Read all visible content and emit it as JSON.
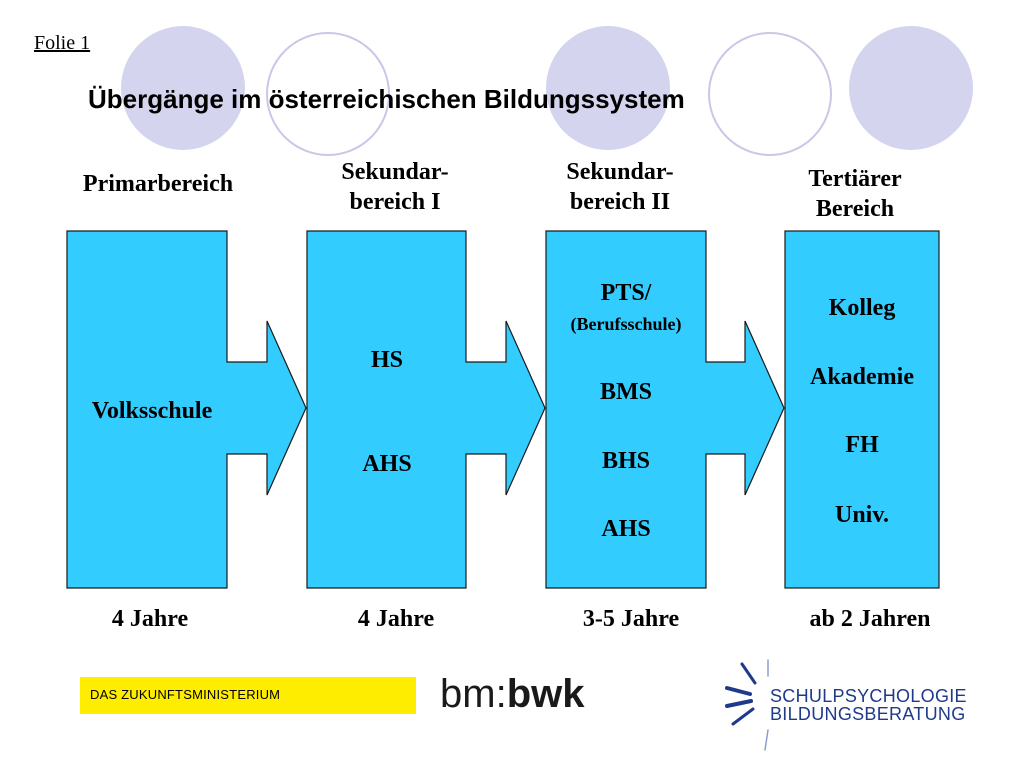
{
  "slide_label": "Folie 1",
  "title": "Übergänge im österreichischen Bildungssystem",
  "colors": {
    "box_fill": "#33ccff",
    "circle_fill": "#d4d4ee",
    "circle_stroke": "#c8c8e8",
    "ministry_band": "#ffed00",
    "logo_blue": "#1f3a8a"
  },
  "stages": [
    {
      "heading": [
        "Primarbereich"
      ],
      "schools": [
        "Volksschule"
      ],
      "duration": "4 Jahre"
    },
    {
      "heading": [
        "Sekundar-",
        "bereich I"
      ],
      "schools": [
        "HS",
        "AHS"
      ],
      "duration": "4 Jahre"
    },
    {
      "heading": [
        "Sekundar-",
        "bereich II"
      ],
      "schools": [
        "PTS/",
        "(Berufsschule)",
        "BMS",
        "BHS",
        "AHS"
      ],
      "duration": "3-5 Jahre"
    },
    {
      "heading": [
        "Tertiärer",
        "Bereich"
      ],
      "schools": [
        "Kolleg",
        "Akademie",
        "FH",
        "Univ."
      ],
      "duration": "ab 2 Jahren"
    }
  ],
  "footer": {
    "ministry_slogan": "DAS ZUKUNFTSMINISTERIUM",
    "ministry_logo_part1": "bm:",
    "ministry_logo_part2": "bwk",
    "partner_line1": "SCHULPSYCHOLOGIE",
    "partner_line2": "BILDUNGSBERATUNG"
  }
}
